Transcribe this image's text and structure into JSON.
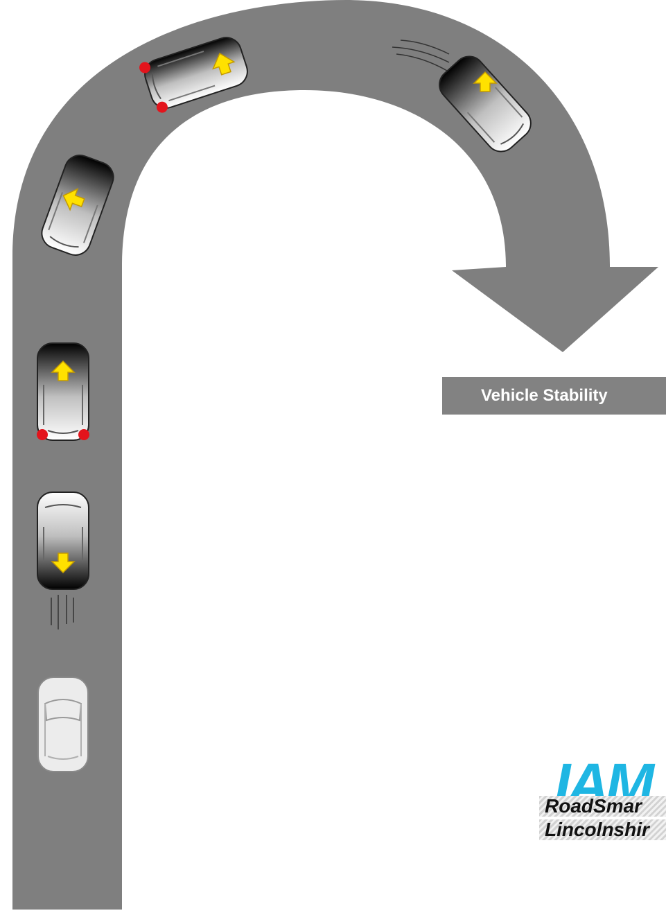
{
  "title": "Vehicle Stability",
  "logo": {
    "mark": "IAM",
    "line1": "RoadSmar",
    "line2": "Lincolnshir"
  },
  "colors": {
    "road": "#7f7f7f",
    "arrow": "#ffe100",
    "arrow_outline": "#d9a800",
    "wheel_dot": "#e3141c",
    "title_bar": "#828282",
    "logo_blue": "#1fb6e3"
  },
  "vehicles": [
    {
      "label": "car-moving-off",
      "state": "stationary, no weight shift",
      "arrow": "none"
    },
    {
      "label": "car-braking",
      "state": "weight shifts to front",
      "arrow": "down"
    },
    {
      "label": "car-accelerating",
      "state": "weight shifts to rear",
      "arrow": "up",
      "rear_wheels_marked": true
    },
    {
      "label": "car-entering-bend",
      "state": "weight shifts outwards",
      "arrow": "up-left"
    },
    {
      "label": "car-mid-bend",
      "state": "weight shifts to rear",
      "arrow": "up-right",
      "rear_wheels_marked": true
    },
    {
      "label": "car-exiting-bend",
      "state": "weight shifts forward",
      "arrow": "up"
    }
  ],
  "icons": {
    "direction": "large-road-arrow-icon",
    "weight_shift": "yellow-arrow-icon",
    "traction": "red-wheel-dot-icon",
    "motion": "motion-lines-icon"
  }
}
